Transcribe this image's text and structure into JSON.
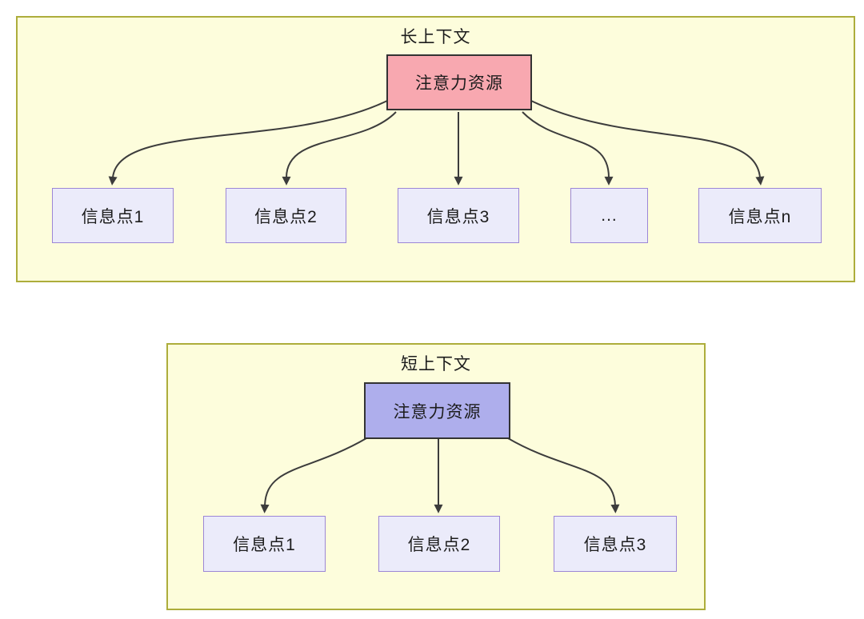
{
  "colors": {
    "canvas_bg": "#ffffff",
    "group_fill": "#fdfddc",
    "group_border": "#adad3b",
    "attention_long_fill": "#f8a8b0",
    "attention_short_fill": "#aeaeec",
    "node_border_dark": "#333333",
    "info_fill": "#ebebfa",
    "info_border": "#9c86d6",
    "arrow": "#3c3c3c",
    "text": "#1c1c1c"
  },
  "long_context": {
    "title": "长上下文",
    "attention_label": "注意力资源",
    "info_nodes": [
      {
        "label": "信息点1"
      },
      {
        "label": "信息点2"
      },
      {
        "label": "信息点3"
      },
      {
        "label": "..."
      },
      {
        "label": "信息点n"
      }
    ]
  },
  "short_context": {
    "title": "短上下文",
    "attention_label": "注意力资源",
    "info_nodes": [
      {
        "label": "信息点1"
      },
      {
        "label": "信息点2"
      },
      {
        "label": "信息点3"
      }
    ]
  }
}
